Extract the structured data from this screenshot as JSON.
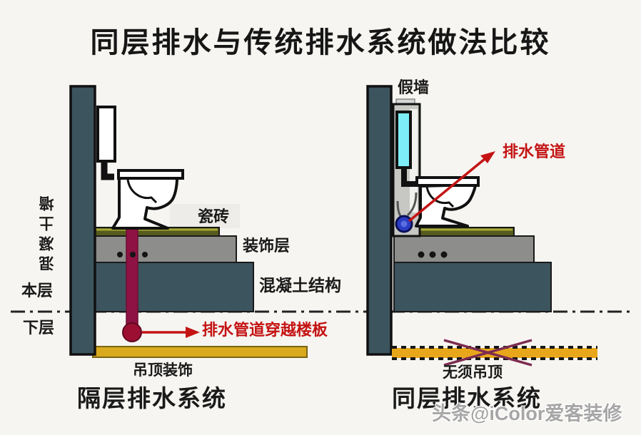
{
  "title": "同层排水与传统排水系统做法比较",
  "left_diagram": {
    "caption": "隔层排水系统",
    "wall_label": "混凝土墙",
    "labels": {
      "tile": "瓷砖",
      "finish_layer": "装饰层",
      "concrete": "混凝土结构",
      "this_floor": "本层",
      "lower_floor": "下层",
      "ceiling": "吊顶装饰",
      "pipe_note": "排水管道穿越楼板"
    }
  },
  "right_diagram": {
    "caption": "同层排水系统",
    "labels": {
      "fake_wall": "假墙",
      "drain_pipe": "排水管道",
      "no_ceiling": "无须吊顶"
    }
  },
  "watermark": "头条@iColor爱客装修",
  "colors": {
    "wall_teal": "#3c545e",
    "finish_gray": "#8d8d8b",
    "tile_olive": "#565a1e",
    "tile_highlight": "#a6aa32",
    "pipe_maroon": "#8e1243",
    "outlet_red": "#9c0f32",
    "annotation_red": "#c41313",
    "ceiling_gold": "#d9a91e",
    "ceiling_gold_right": "#e8a71b",
    "cross_mark": "#7d2c50",
    "cistern_cyan": "#7deef7",
    "outlet_blue": "#2b3cc4",
    "fake_wall_gray": "#c7c7c3"
  }
}
